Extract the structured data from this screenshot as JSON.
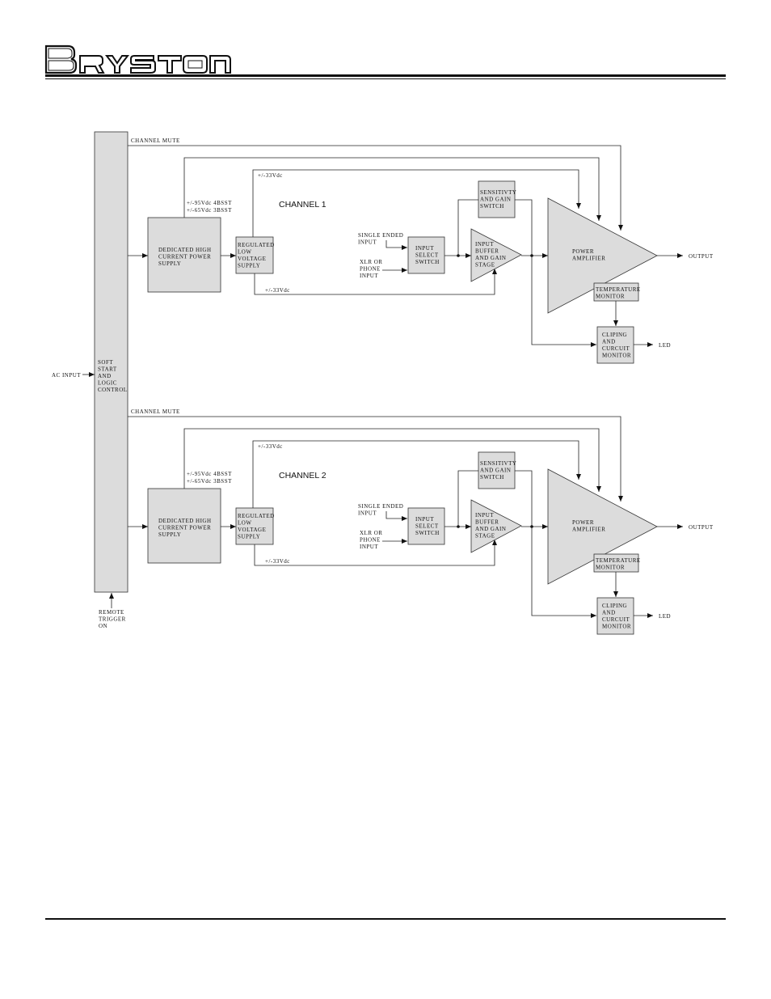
{
  "logo": {
    "text": "BRYSTON"
  },
  "common": {
    "soft_start": [
      "SOFT",
      "START",
      "AND",
      "LOGIC",
      "CONTROL"
    ],
    "ac_input": "AC INPUT",
    "remote_trigger": [
      "REMOTE",
      "TRIGGER",
      "ON"
    ]
  },
  "channels": [
    {
      "title": "CHANNEL 1",
      "channel_mute": "CHANNEL MUTE",
      "rail_high": "+/-33Vdc",
      "rail_low": "+/-33Vdc",
      "hv_rails": [
        "+/-95Vdc 4BSST",
        "+/-65Vdc 3BSST"
      ],
      "psu": [
        "DEDICATED HIGH",
        "CURRENT POWER",
        "SUPPLY"
      ],
      "reg": [
        "REGULATED",
        "LOW",
        "VOLTAGE",
        "SUPPLY"
      ],
      "single_ended": [
        "SINGLE ENDED",
        "INPUT"
      ],
      "xlr": [
        "XLR OR",
        "PHONE",
        "INPUT"
      ],
      "input_select": [
        "INPUT",
        "SELECT",
        "SWITCH"
      ],
      "buffer": [
        "INPUT",
        "BUFFER",
        "AND GAIN",
        "STAGE"
      ],
      "sensitivity": [
        "SENSITIVTY",
        "AND GAIN",
        "SWITCH"
      ],
      "amp": [
        "POWER",
        "AMPLIFIER"
      ],
      "output": "OUTPUT",
      "temp": [
        "TEMPERATURE",
        "MONITOR"
      ],
      "clip": [
        "CLIPING",
        "AND",
        "CURCUIT",
        "MONITOR"
      ],
      "led": "LED"
    },
    {
      "title": "CHANNEL 2",
      "channel_mute": "CHANNEL MUTE",
      "rail_high": "+/-33Vdc",
      "rail_low": "+/-33Vdc",
      "hv_rails": [
        "+/-95Vdc 4BSST",
        "+/-65Vdc 3BSST"
      ],
      "psu": [
        "DEDICATED HIGH",
        "CURRENT POWER",
        "SUPPLY"
      ],
      "reg": [
        "REGULATED",
        "LOW",
        "VOLTAGE",
        "SUPPLY"
      ],
      "single_ended": [
        "SINGLE ENDED",
        "INPUT"
      ],
      "xlr": [
        "XLR OR",
        "PHONE",
        "INPUT"
      ],
      "input_select": [
        "INPUT",
        "SELECT",
        "SWITCH"
      ],
      "buffer": [
        "INPUT",
        "BUFFER",
        "AND GAIN",
        "STAGE"
      ],
      "sensitivity": [
        "SENSITIVTY",
        "AND GAIN",
        "SWITCH"
      ],
      "amp": [
        "POWER",
        "AMPLIFIER"
      ],
      "output": "OUTPUT",
      "temp": [
        "TEMPERATURE",
        "MONITOR"
      ],
      "clip": [
        "CLIPING",
        "AND",
        "CURCUIT",
        "MONITOR"
      ],
      "led": "LED"
    }
  ]
}
